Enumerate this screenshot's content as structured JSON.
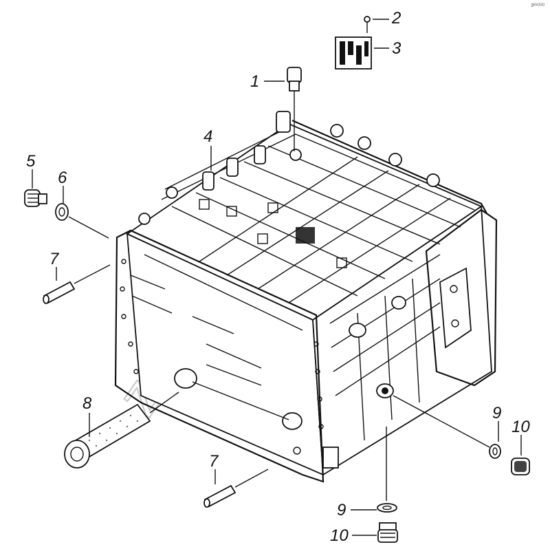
{
  "watermark": "zapchast.ru",
  "corner_mark": "3ᴿ¹ᴼᴼᴼ",
  "callouts": [
    {
      "id": "c1",
      "label": "1"
    },
    {
      "id": "c2",
      "label": "2"
    },
    {
      "id": "c3",
      "label": "3"
    },
    {
      "id": "c4",
      "label": "4"
    },
    {
      "id": "c5",
      "label": "5"
    },
    {
      "id": "c6",
      "label": "6"
    },
    {
      "id": "c7a",
      "label": "7"
    },
    {
      "id": "c7b",
      "label": "7"
    },
    {
      "id": "c8",
      "label": "8"
    },
    {
      "id": "c9a",
      "label": "9"
    },
    {
      "id": "c9b",
      "label": "9"
    },
    {
      "id": "c10a",
      "label": "10"
    },
    {
      "id": "c10b",
      "label": "10"
    }
  ]
}
